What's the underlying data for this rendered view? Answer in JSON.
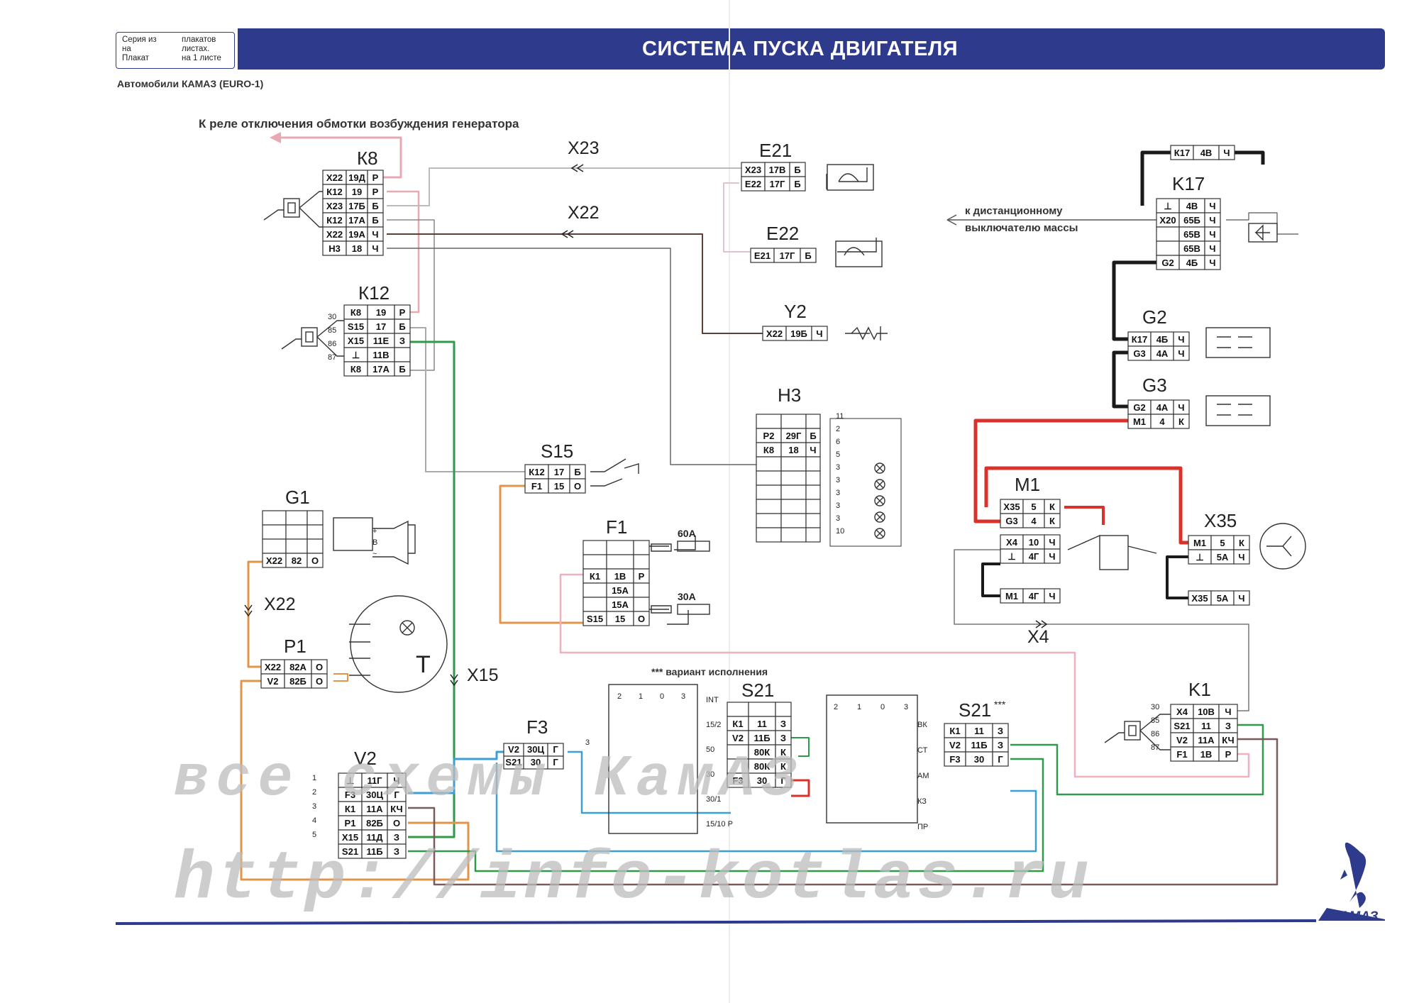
{
  "header": {
    "box_left": [
      "Серия из",
      "на",
      "Плакат"
    ],
    "box_right": [
      "плакатов",
      "листах.",
      "на 1 листе"
    ],
    "title": "СИСТЕМА ПУСКА ДВИГАТЕЛЯ",
    "subtitle": "Автомобили КАМАЗ (EURO-1)"
  },
  "notes": {
    "to_relay": "К реле отключения обмотки возбуждения генератора",
    "remote_switch_1": "к дистанционному",
    "remote_switch_2": "выключателю массы",
    "variant": "*** вариант исполнения"
  },
  "brand": "КАМАЗ",
  "watermark": {
    "line1": "все схемы КамАЗ",
    "line2": "http://info-kotlas.ru"
  },
  "colors": {
    "header": "#2e3a8c",
    "red": "#d8322a",
    "pink": "#e8a9b5",
    "green": "#2f9b4a",
    "blue": "#3b9fd6",
    "orange": "#e2954a",
    "brown": "#5b4036",
    "black": "#1a1a1a",
    "grey": "#999999"
  },
  "blocks": [
    {
      "name": "К8",
      "rows": [
        [
          "Х22",
          "19Д",
          "Р"
        ],
        [
          "К12",
          "19",
          "Р"
        ],
        [
          "Х23",
          "17Б",
          "Б"
        ],
        [
          "К12",
          "17А",
          "Б"
        ],
        [
          "Х22",
          "19А",
          "Ч"
        ],
        [
          "Н3",
          "18",
          "Ч"
        ]
      ]
    },
    {
      "name": "К12",
      "rows": [
        [
          "К8",
          "19",
          "Р"
        ],
        [
          "S15",
          "17",
          "Б"
        ],
        [
          "Х15",
          "11Е",
          "З"
        ],
        [
          "⊥",
          "11В",
          ""
        ],
        [
          "К8",
          "17А",
          "Б"
        ]
      ]
    },
    {
      "name": "E21",
      "rows": [
        [
          "Х23",
          "17В",
          "Б"
        ],
        [
          "Е22",
          "17Г",
          "Б"
        ]
      ]
    },
    {
      "name": "E22",
      "rows": [
        [
          "Е21",
          "17Г",
          "Б"
        ]
      ]
    },
    {
      "name": "Y2",
      "rows": [
        [
          "Х22",
          "19Б",
          "Ч"
        ]
      ]
    },
    {
      "name": "H3",
      "rows": [
        [
          "Р2",
          "29Г",
          "Б"
        ],
        [
          "К8",
          "18",
          "Ч"
        ]
      ]
    },
    {
      "name": "S15",
      "rows": [
        [
          "К12",
          "17",
          "Б"
        ],
        [
          "F1",
          "15",
          "О"
        ]
      ]
    },
    {
      "name": "F1",
      "rows": [
        [
          "К1",
          "1В",
          "Р"
        ],
        [
          "",
          "15А",
          ""
        ],
        [
          "",
          "15А",
          ""
        ],
        [
          "S15",
          "15",
          "О"
        ]
      ],
      "fuses": [
        "60А",
        "30А"
      ]
    },
    {
      "name": "G1",
      "rows": [
        [
          "Х22",
          "82",
          "О"
        ]
      ]
    },
    {
      "name": "P1",
      "rows": [
        [
          "Х22",
          "82А",
          "О"
        ],
        [
          "V2",
          "82Б",
          "О"
        ]
      ]
    },
    {
      "name": "V2",
      "rows": [
        [
          "⊥",
          "11Г",
          "Ч"
        ],
        [
          "F3",
          "30Ц",
          "Г"
        ],
        [
          "К1",
          "11А",
          "КЧ"
        ],
        [
          "Р1",
          "82Б",
          "О"
        ],
        [
          "Х15",
          "11Д",
          "З"
        ],
        [
          "S21",
          "11Б",
          "З"
        ]
      ]
    },
    {
      "name": "F3",
      "rows": [
        [
          "V2",
          "30Ц",
          "Г"
        ],
        [
          "S21",
          "30",
          "Г"
        ]
      ]
    },
    {
      "name": "S21",
      "rows": [
        [
          "К1",
          "11",
          "З"
        ],
        [
          "V2",
          "11Б",
          "З"
        ],
        [
          "",
          "80К",
          "К"
        ],
        [
          "",
          "80К",
          "К"
        ],
        [
          "F3",
          "30",
          "Г"
        ]
      ]
    },
    {
      "name": "S21***",
      "rows": [
        [
          "К1",
          "11",
          "З"
        ],
        [
          "V2",
          "11Б",
          "З"
        ],
        [
          "F3",
          "30",
          "Г"
        ]
      ]
    },
    {
      "name": "K17",
      "rows": [
        [
          "⊥",
          "4В",
          "Ч"
        ],
        [
          "Х20",
          "65Б",
          "Ч"
        ],
        [
          "",
          "65В",
          "Ч"
        ],
        [
          "",
          "65В",
          "Ч"
        ],
        [
          "G2",
          "4Б",
          "Ч"
        ]
      ],
      "top_row": [
        "К17",
        "4В",
        "Ч"
      ]
    },
    {
      "name": "G2",
      "rows": [
        [
          "К17",
          "4Б",
          "Ч"
        ],
        [
          "G3",
          "4А",
          "Ч"
        ]
      ]
    },
    {
      "name": "G3",
      "rows": [
        [
          "G2",
          "4А",
          "Ч"
        ],
        [
          "М1",
          "4",
          "К"
        ]
      ]
    },
    {
      "name": "M1",
      "rows": [
        [
          "Х35",
          "5",
          "К"
        ],
        [
          "G3",
          "4",
          "К"
        ],
        [
          "Х4",
          "10",
          "Ч"
        ],
        [
          "⊥",
          "4Г",
          "Ч"
        ]
      ],
      "bottom_row": [
        "М1",
        "4Г",
        "Ч"
      ]
    },
    {
      "name": "X35",
      "rows": [
        [
          "М1",
          "5",
          "К"
        ],
        [
          "⊥",
          "5А",
          "Ч"
        ]
      ],
      "bottom_row": [
        "Х35",
        "5А",
        "Ч"
      ]
    },
    {
      "name": "K1",
      "rows": [
        [
          "Х4",
          "10В",
          "Ч"
        ],
        [
          "S21",
          "11",
          "З"
        ],
        [
          "V2",
          "11А",
          "КЧ"
        ],
        [
          "F1",
          "1В",
          "Р"
        ]
      ]
    }
  ],
  "connectors": [
    "X23",
    "X22",
    "X22",
    "X15",
    "X4"
  ],
  "switch_labels": {
    "s21_left": [
      "2",
      "1",
      "0",
      "3"
    ],
    "s21_pins": [
      "INT",
      "15/2",
      "50",
      "30",
      "30/1",
      "15/10 P"
    ],
    "s21s_pins": [
      "ВК",
      "СТ",
      "АМ",
      "КЗ",
      "ПР"
    ],
    "relay_pins": [
      "30",
      "85",
      "86",
      "87"
    ],
    "h3_pins": [
      "11",
      "2",
      "6",
      "5",
      "3",
      "3",
      "3",
      "3",
      "3",
      "10"
    ],
    "v2_pins": [
      "1",
      "2",
      "3",
      "4",
      "5"
    ],
    "g1_pins": [
      "+",
      "B",
      "~"
    ],
    "p1_symbol": "T",
    "f3_pin": "3"
  }
}
